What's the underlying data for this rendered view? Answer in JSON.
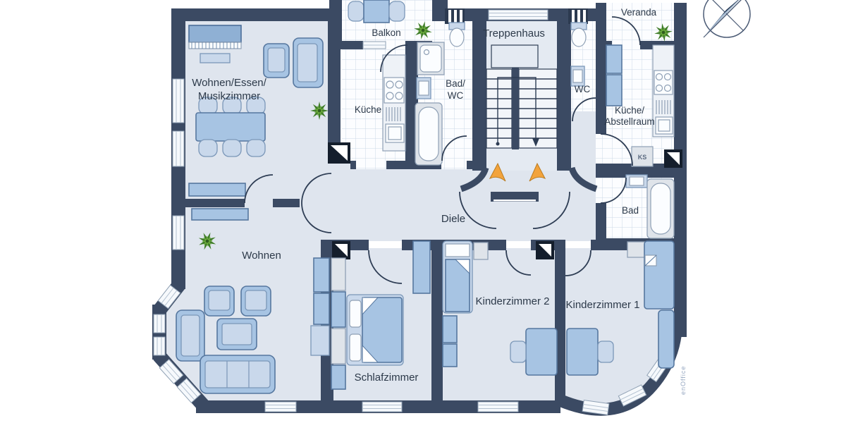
{
  "plan": {
    "type": "apartment-floor-plan",
    "colors": {
      "wall": "#3b4a63",
      "floor": "#dfe5ee",
      "tile_line": "#ccd9e7",
      "furniture": "#a7c4e3",
      "furniture_outline": "#56779f",
      "accent_orange": "#f2a33c",
      "plant_green": "#4c8b2f"
    }
  },
  "rooms": {
    "wohnen_essen_musikzimmer": {
      "label_line1": "Wohnen/Essen/",
      "label_line2": "Musikzimmer"
    },
    "balkon": {
      "label": "Balkon"
    },
    "kueche": {
      "label": "Küche"
    },
    "bad_wc": {
      "label_line1": "Bad/",
      "label_line2": "WC"
    },
    "treppenhaus": {
      "label": "Treppenhaus"
    },
    "wc": {
      "label": "WC"
    },
    "veranda": {
      "label": "Veranda"
    },
    "kueche_abstellraum": {
      "label_line1": "Küche/",
      "label_line2": "Abstellraum"
    },
    "bad": {
      "label": "Bad"
    },
    "diele": {
      "label": "Diele"
    },
    "wohnen": {
      "label": "Wohnen"
    },
    "schlafzimmer": {
      "label": "Schlafzimmer"
    },
    "kinderzimmer_2": {
      "label": "Kinderzimmer 2"
    },
    "kinderzimmer_1": {
      "label": "Kinderzimmer 1"
    }
  },
  "appliances": {
    "ks_label": "KS"
  },
  "watermark": {
    "text": "enOffice"
  }
}
